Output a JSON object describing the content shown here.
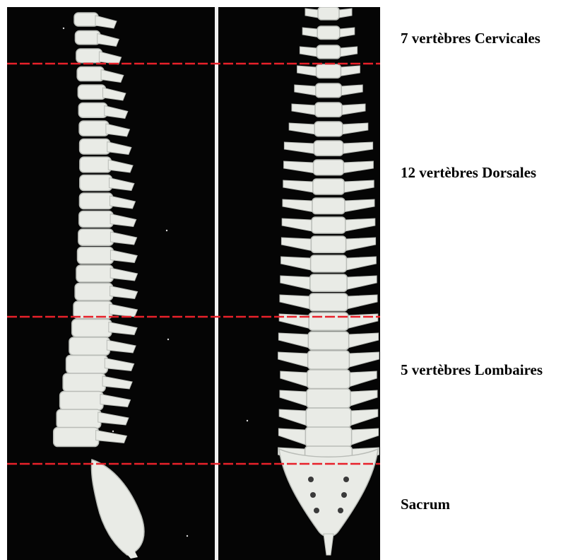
{
  "figure": {
    "description_colors": {
      "background": "#050505",
      "bone": "#e9ebe6",
      "bone_shadow": "#b9bcb7",
      "divider": "#f2f2f2",
      "region_line": "#e8212a"
    },
    "views": [
      "lateral-view",
      "anterior-view"
    ],
    "regions": [
      {
        "key": "cervical",
        "label": "7 vertèbres Cervicales"
      },
      {
        "key": "dorsal",
        "label": "12 vertèbres Dorsales"
      },
      {
        "key": "lumbar",
        "label": "5 vertèbres Lombaires"
      },
      {
        "key": "sacrum",
        "label": "Sacrum"
      }
    ]
  }
}
